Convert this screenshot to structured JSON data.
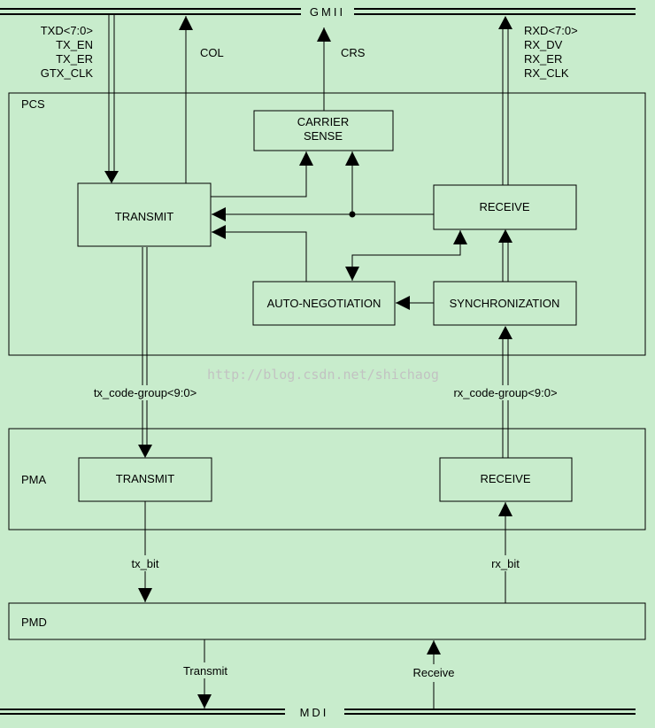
{
  "background_color": "#c8eccc",
  "line_color": "#000000",
  "watermark_color": "#c2c2c2",
  "buses": {
    "top": "GMII",
    "bottom": "MDI"
  },
  "gmii_tx_signals": [
    "TXD<7:0>",
    "TX_EN",
    "TX_ER",
    "GTX_CLK"
  ],
  "gmii_rx_signals": [
    "RXD<7:0>",
    "RX_DV",
    "RX_ER",
    "RX_CLK"
  ],
  "signals": {
    "col": "COL",
    "crs": "CRS",
    "tx_code_group": "tx_code-group<9:0>",
    "rx_code_group": "rx_code-group<9:0>",
    "tx_bit": "tx_bit",
    "rx_bit": "rx_bit",
    "mdi_transmit": "Transmit",
    "mdi_receive": "Receive"
  },
  "layers": {
    "pcs": "PCS",
    "pma": "PMA",
    "pmd": "PMD"
  },
  "blocks": {
    "pcs_carrier_sense": [
      "CARRIER",
      "SENSE"
    ],
    "pcs_transmit": "TRANSMIT",
    "pcs_receive": "RECEIVE",
    "pcs_auto_negotiation": "AUTO-NEGOTIATION",
    "pcs_synchronization": "SYNCHRONIZATION",
    "pma_transmit": "TRANSMIT",
    "pma_receive": "RECEIVE"
  },
  "watermark": "http://blog.csdn.net/shichaog"
}
